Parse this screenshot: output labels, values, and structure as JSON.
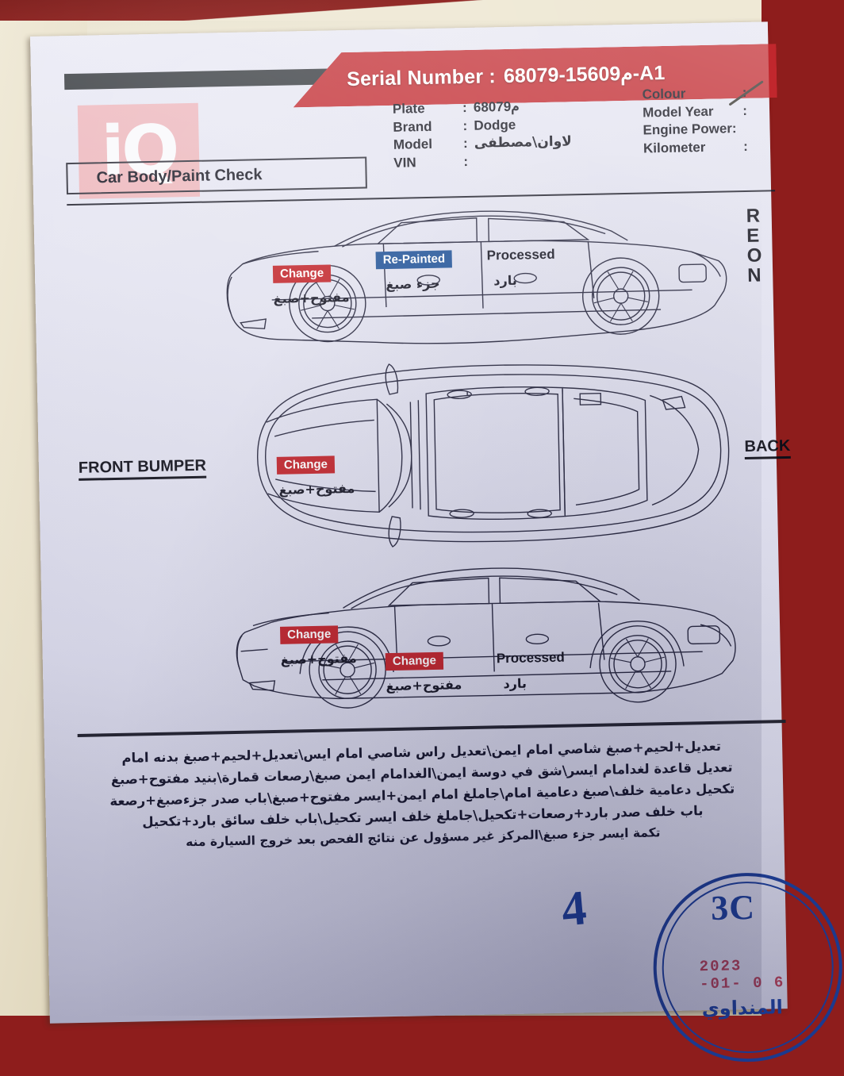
{
  "document": {
    "serial_label": "Serial Number :",
    "serial_value": "م15609-68079-A1",
    "title": "Car Body/Paint Check",
    "logo_text": "iQ"
  },
  "specs": {
    "left": [
      {
        "key": "Plate",
        "sep": ":",
        "value": "م68079"
      },
      {
        "key": "Brand",
        "sep": ":",
        "value": "Dodge"
      },
      {
        "key": "Model",
        "sep": ":",
        "value": "لاوان\\مصطفى"
      },
      {
        "key": "VIN",
        "sep": ":",
        "value": ""
      }
    ],
    "right": [
      {
        "key": "Colour",
        "sep": ":",
        "value": ""
      },
      {
        "key": "Model Year",
        "sep": ":",
        "value": ""
      },
      {
        "key": "Engine Power:",
        "sep": "",
        "value": ""
      },
      {
        "key": "Kilometer",
        "sep": ":",
        "value": ""
      }
    ]
  },
  "diagram": {
    "section_labels": {
      "front_bumper": "FRONT BUMPER",
      "back": "BACK",
      "right_column": "R\nE\nO\nN"
    },
    "top_view": {
      "change_badge": "Change",
      "change_note": "مفتوح+صبغ",
      "repaint_badge": "Re-Painted",
      "repaint_note": "جزء صبغ",
      "processed_label": "Processed",
      "processed_note": "بارد"
    },
    "mid_view": {
      "change_badge": "Change",
      "change_note": "مفتوح+صبغ"
    },
    "side_view": {
      "change_badge_front": "Change",
      "change_note_front": "مفتوح+صبغ",
      "change_badge_door": "Change",
      "change_note_door": "مفتوح+صبغ",
      "processed_label": "Processed",
      "processed_note": "بارد"
    }
  },
  "notes": {
    "line1": "تعديل+لحيم+صبغ شاصي امام ايمن\\تعديل راس شاصي امام ايس\\تعديل+لحيم+صبغ بدنه امام",
    "line2": "تعديل قاعدة لغدامام ايسر\\شق في دوسة ايمن\\الغدامام ايمن صبغ\\رصعات قمارة\\بنيد مفتوح+صبغ",
    "line3": "تكحيل دعامية خلف\\صبغ دعامية امام\\جاملغ امام ايمن+ايسر مفتوح+صبغ\\باب صدر جزءصبغ+رصعة",
    "line4": "باب خلف صدر بارد+رصعات+تكحيل\\جاملغ خلف ايسر تكحيل\\باب خلف سائق بارد+تكحيل",
    "line5": "تكمة ايسر جزء صبغ\\المركز غير مسؤول عن نتائج الفحص بعد خروج السيارة منه"
  },
  "stamp": {
    "handwritten_number": "4",
    "code": "3C",
    "date": "2023 -01- 0 6",
    "arabic": "المنداوي"
  },
  "colors": {
    "banner_red": "#c1272d",
    "change_red": "#c02026",
    "repaint_blue": "#1b4f96",
    "stamp_blue": "#1b3a8f",
    "stamp_date_red": "#9e3a52",
    "paper": "#e3e3f0",
    "logo_pink": "#f0a9ad"
  }
}
